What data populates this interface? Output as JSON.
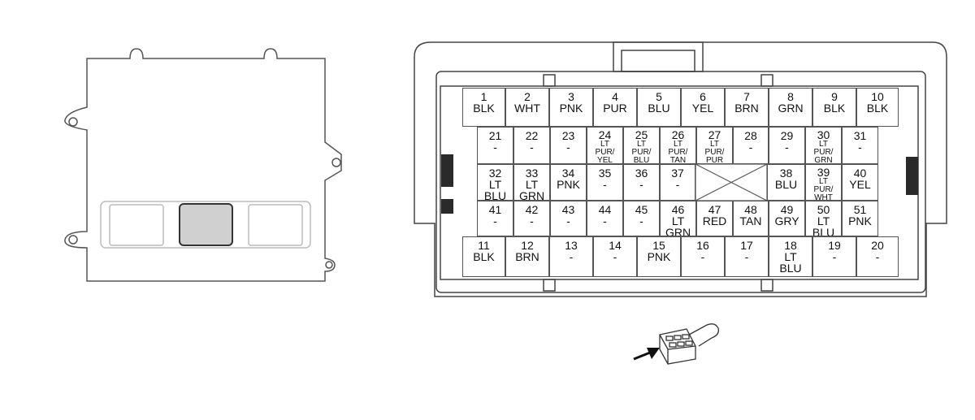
{
  "connector": {
    "row1": [
      {
        "pin": "1",
        "color": "BLK"
      },
      {
        "pin": "2",
        "color": "WHT"
      },
      {
        "pin": "3",
        "color": "PNK"
      },
      {
        "pin": "4",
        "color": "PUR"
      },
      {
        "pin": "5",
        "color": "BLU"
      },
      {
        "pin": "6",
        "color": "YEL"
      },
      {
        "pin": "7",
        "color": "BRN"
      },
      {
        "pin": "8",
        "color": "GRN"
      },
      {
        "pin": "9",
        "color": "BLK"
      },
      {
        "pin": "10",
        "color": "BLK"
      }
    ],
    "row2": [
      {
        "pin": "21",
        "color": "-"
      },
      {
        "pin": "22",
        "color": "-"
      },
      {
        "pin": "23",
        "color": "-"
      },
      {
        "pin": "24",
        "color": "LT\nPUR/\nYEL",
        "small": true
      },
      {
        "pin": "25",
        "color": "LT\nPUR/\nBLU",
        "small": true
      },
      {
        "pin": "26",
        "color": "LT\nPUR/\nTAN",
        "small": true
      },
      {
        "pin": "27",
        "color": "LT\nPUR/\nPUR",
        "small": true
      },
      {
        "pin": "28",
        "color": "-"
      },
      {
        "pin": "29",
        "color": "-"
      },
      {
        "pin": "30",
        "color": "LT\nPUR/\nGRN",
        "small": true
      },
      {
        "pin": "31",
        "color": "-"
      }
    ],
    "row3": [
      {
        "pin": "32",
        "color": "LT\nBLU"
      },
      {
        "pin": "33",
        "color": "LT\nGRN"
      },
      {
        "pin": "34",
        "color": "PNK"
      },
      {
        "pin": "35",
        "color": "-"
      },
      {
        "pin": "36",
        "color": "-"
      },
      {
        "pin": "37",
        "color": "-"
      },
      {
        "pin": "38",
        "color": "BLU"
      },
      {
        "pin": "39",
        "color": "LT\nPUR/\nWHT",
        "small": true
      },
      {
        "pin": "40",
        "color": "YEL"
      }
    ],
    "row4": [
      {
        "pin": "41",
        "color": "-"
      },
      {
        "pin": "42",
        "color": "-"
      },
      {
        "pin": "43",
        "color": "-"
      },
      {
        "pin": "44",
        "color": "-"
      },
      {
        "pin": "45",
        "color": "-"
      },
      {
        "pin": "46",
        "color": "LT\nGRN"
      },
      {
        "pin": "47",
        "color": "RED"
      },
      {
        "pin": "48",
        "color": "TAN"
      },
      {
        "pin": "49",
        "color": "GRY"
      },
      {
        "pin": "50",
        "color": "LT\nBLU"
      },
      {
        "pin": "51",
        "color": "PNK"
      }
    ],
    "row5": [
      {
        "pin": "11",
        "color": "BLK"
      },
      {
        "pin": "12",
        "color": "BRN"
      },
      {
        "pin": "13",
        "color": "-"
      },
      {
        "pin": "14",
        "color": "-"
      },
      {
        "pin": "15",
        "color": "PNK"
      },
      {
        "pin": "16",
        "color": "-"
      },
      {
        "pin": "17",
        "color": "-"
      },
      {
        "pin": "18",
        "color": "LT\nBLU"
      },
      {
        "pin": "19",
        "color": "-"
      },
      {
        "pin": "20",
        "color": "-"
      }
    ]
  },
  "icons": {
    "ecu": "ecu-module-icon",
    "connector": "connector-plug-icon",
    "arrow": "arrow-pointer-icon"
  },
  "colors": {
    "line": "#444444",
    "highlight": "#d0d0d0",
    "dark_latch": "#2a2a2a"
  }
}
